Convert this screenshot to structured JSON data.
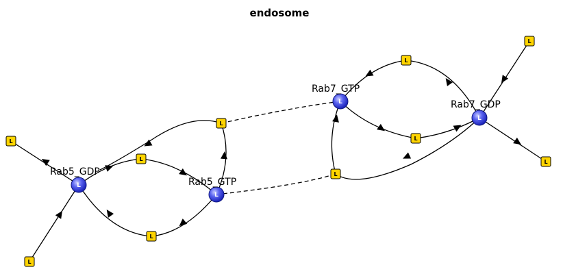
{
  "title": "endosome",
  "colors": {
    "node_fill_center": "#9fa8ff",
    "node_fill_edge": "#1a22c8",
    "square_fill": "#ffd400"
  },
  "nodes": [
    {
      "id": "rab5gdp",
      "label": "Rab5_GDP",
      "letter": "L"
    },
    {
      "id": "rab5gtp",
      "label": "Rab5_GTP",
      "letter": "L"
    },
    {
      "id": "rab7gtp",
      "label": "Rab7_GTP",
      "letter": "L"
    },
    {
      "id": "rab7gdp",
      "label": "Rab7_GDP",
      "letter": "L"
    }
  ],
  "square_letter": "L"
}
